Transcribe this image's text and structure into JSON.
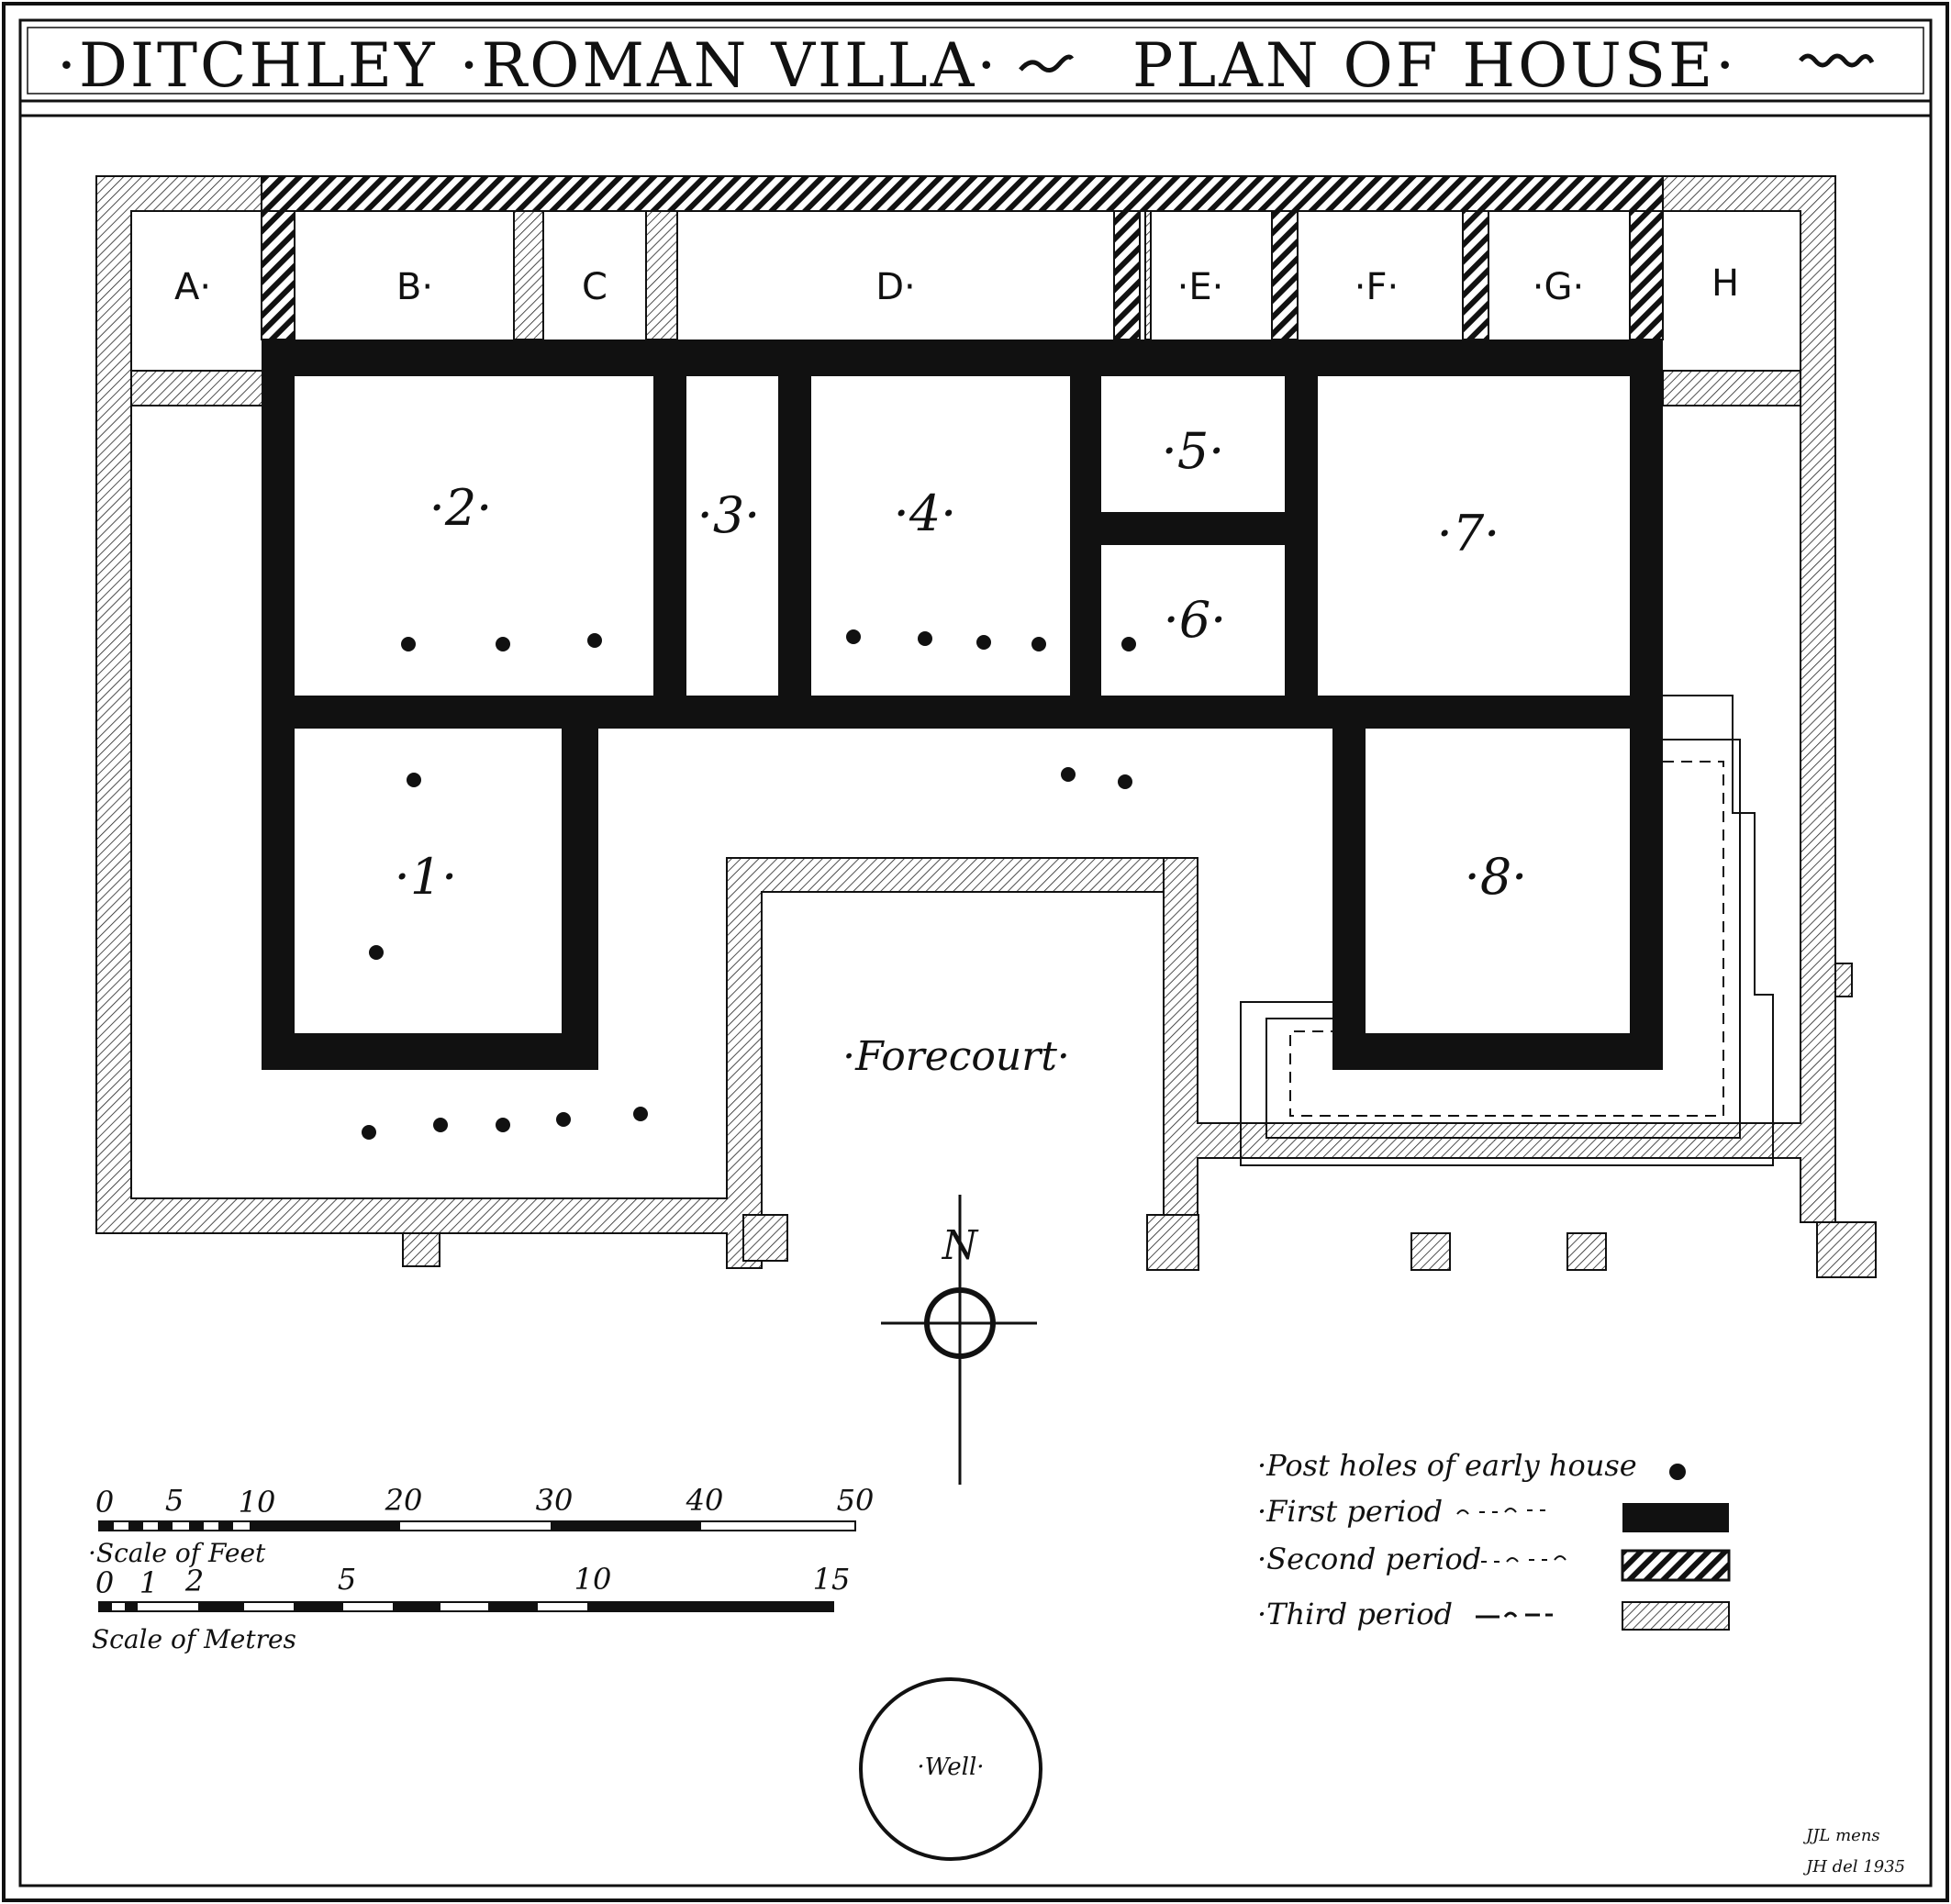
{
  "title": {
    "left": "·DITCHLEY ·ROMAN VILLA·",
    "right": "PLAN OF HOUSE·"
  },
  "rooms": {
    "A": "A·",
    "B": "B·",
    "C": "C",
    "D": "D·",
    "E": "·E·",
    "F": "·F·",
    "G": "·G·",
    "H": "H",
    "r1": "·1·",
    "r2": "·2·",
    "r3": "·3·",
    "r4": "·4·",
    "r5": "·5·",
    "r6": "·6·",
    "r7": "·7·",
    "r8": "·8·"
  },
  "forecourt": "·Forecourt·",
  "north": "N",
  "well": "·Well·",
  "legend": {
    "post_holes": "·Post holes of early house",
    "first": "·First period",
    "second": "·Second period",
    "third": "·Third period"
  },
  "scale_feet": {
    "ticks": [
      "0",
      "5",
      "10",
      "20",
      "30",
      "40",
      "50"
    ],
    "label": "·Scale of Feet"
  },
  "scale_metres": {
    "ticks": [
      "0",
      "1",
      "2",
      "5",
      "10",
      "15"
    ],
    "label": "Scale of Metres"
  },
  "credit": {
    "line1": "JJL mens",
    "line2": "JH del 1935"
  }
}
